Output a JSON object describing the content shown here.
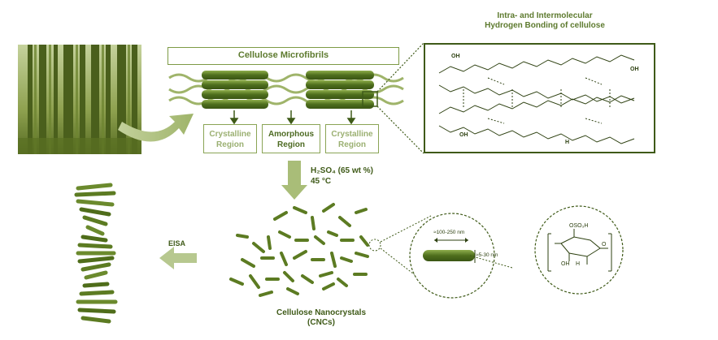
{
  "top": {
    "microfibrils_label": "Cellulose Microfibrils",
    "hbond_title_line1": "Intra- and Intermolecular",
    "hbond_title_line2": "Hydrogen Bonding of cellulose",
    "regions": [
      {
        "line1": "Crystalline",
        "line2": "Region"
      },
      {
        "line1": "Amorphous",
        "line2": "Region"
      },
      {
        "line1": "Crystalline",
        "line2": "Region"
      }
    ]
  },
  "process": {
    "acid": "H₂SO₄ (65 wt %)",
    "temp": "45 °C",
    "eisa": "EISA"
  },
  "cnc": {
    "label_line1": "Cellulose Nanocrystals",
    "label_line2": "(CNCs)",
    "length": "≈100-250 nm",
    "width": "≈5-30 nm"
  },
  "chem": {
    "oh": "OH",
    "h": "H",
    "o": "O",
    "so3h": "OSO₃H"
  },
  "colors": {
    "primary": "#5d7a2e",
    "dark": "#3f5a18",
    "light": "#8aa455",
    "pale": "#c9d6ad"
  }
}
